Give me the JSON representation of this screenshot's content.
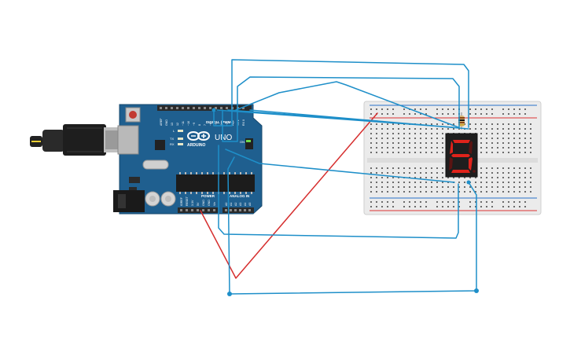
{
  "arduino": {
    "brand": "ARDUINO",
    "model": "UNO",
    "digital_label": "DIGITAL (PWM~)",
    "power_label": "POWER",
    "analog_label": "ANALOG IN",
    "on_label": "ON",
    "led_l": "L",
    "led_tx": "TX",
    "led_rx": "RX",
    "top_pins": [
      "AREF",
      "GND",
      "13",
      "12",
      "~11",
      "~10",
      "~9",
      "8",
      "7",
      "~6",
      "~5",
      "4",
      "~3",
      "2",
      "TX 1",
      "RX 0"
    ],
    "power_pins": [
      "IOREF",
      "RESET",
      "3.3V",
      "5V",
      "GND",
      "GND",
      "Vin"
    ],
    "analog_pins": [
      "A0",
      "A1",
      "A2",
      "A3",
      "A4",
      "A5"
    ]
  },
  "display": {
    "digit": "5"
  },
  "colors": {
    "board": "#1f5f8f",
    "wire_blue": "#1e8fc9",
    "wire_red": "#d62f2f",
    "breadboard": "#ececec",
    "segment_on": "#e0231b",
    "segment_off": "#5a1412"
  }
}
